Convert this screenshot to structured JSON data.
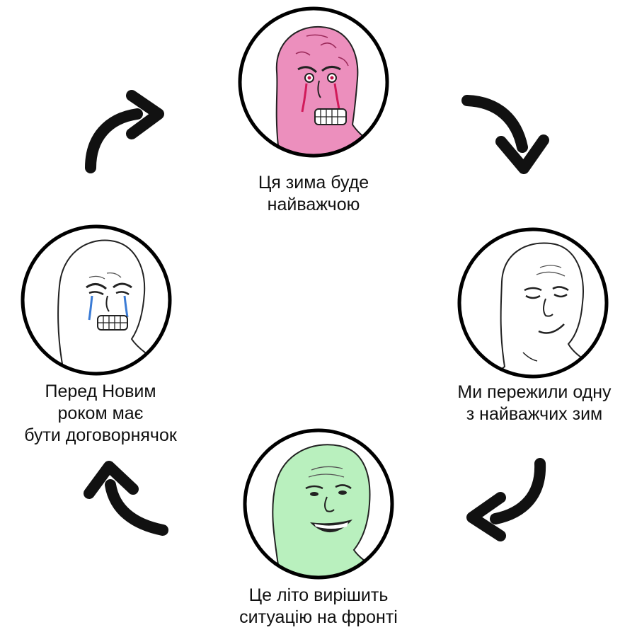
{
  "cycle": {
    "nodes": [
      {
        "id": "top",
        "line1": "Ця зима буде",
        "line2": "найважчою",
        "face": "rage-pink-face-icon",
        "fill": "#ec8fbd"
      },
      {
        "id": "right",
        "line1": "Ми пережили одну",
        "line2": "з найважчих зим",
        "face": "smug-wojak-face-icon",
        "fill": "#ffffff"
      },
      {
        "id": "bottom",
        "line1": "Це літо вирішить",
        "line2": "ситуацію на фронті",
        "face": "happy-green-face-icon",
        "fill": "#b9f0be"
      },
      {
        "id": "left",
        "line1": "Перед Новим",
        "line2": "роком має",
        "line3": "бути договорнячок",
        "face": "crying-wojak-face-icon",
        "fill": "#ffffff"
      }
    ],
    "arrow_direction": "clockwise",
    "arrow_color": "#111111"
  }
}
